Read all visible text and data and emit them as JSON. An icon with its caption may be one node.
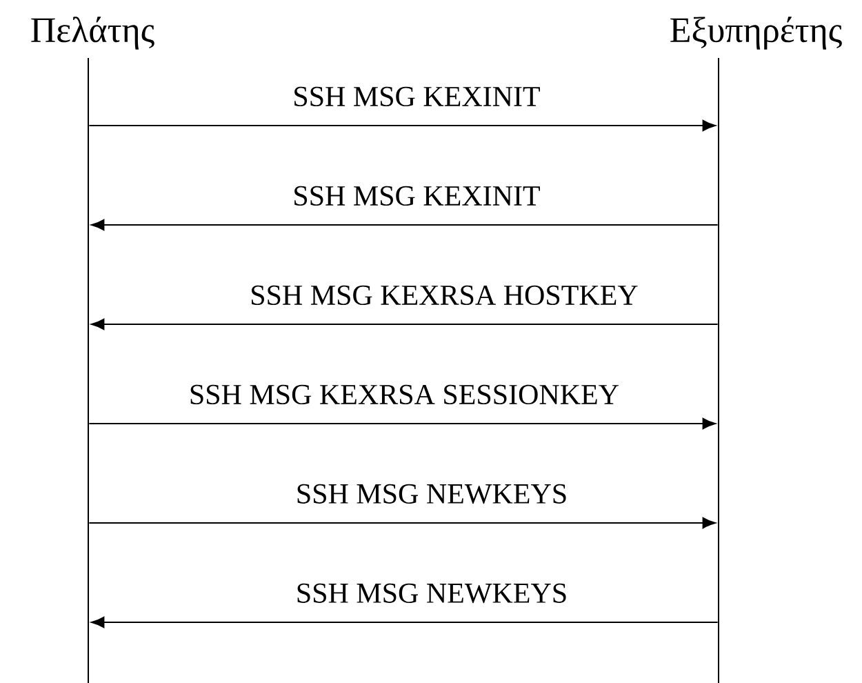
{
  "diagram": {
    "nodes": [
      {
        "text": [],
        "shape": "bar",
        "beside": [
          "Πελάτης"
        ]
      },
      {
        "text": [],
        "shape": "bar",
        "beside": [
          "Εξυπηρέτης"
        ]
      }
    ],
    "edges": [
      {
        "from": 0,
        "to": 1,
        "arrow": "to",
        "label": "SSH MSG KEXINIT"
      },
      {
        "from": 1,
        "to": 0,
        "arrow": "to",
        "label": "SSH MSG KEXINIT"
      },
      {
        "from": 1,
        "to": 0,
        "arrow": "to",
        "label": "SSH MSG KEXRSA HOSTKEY"
      },
      {
        "from": 0,
        "to": 1,
        "arrow": "to",
        "label": "SSH MSG KEXRSA SESSIONKEY"
      },
      {
        "from": 0,
        "to": 1,
        "arrow": "to",
        "label": "SSH MSG NEWKEYS"
      },
      {
        "from": 1,
        "to": 0,
        "arrow": "to",
        "label": "SSH MSG NEWKEYS"
      }
    ]
  }
}
